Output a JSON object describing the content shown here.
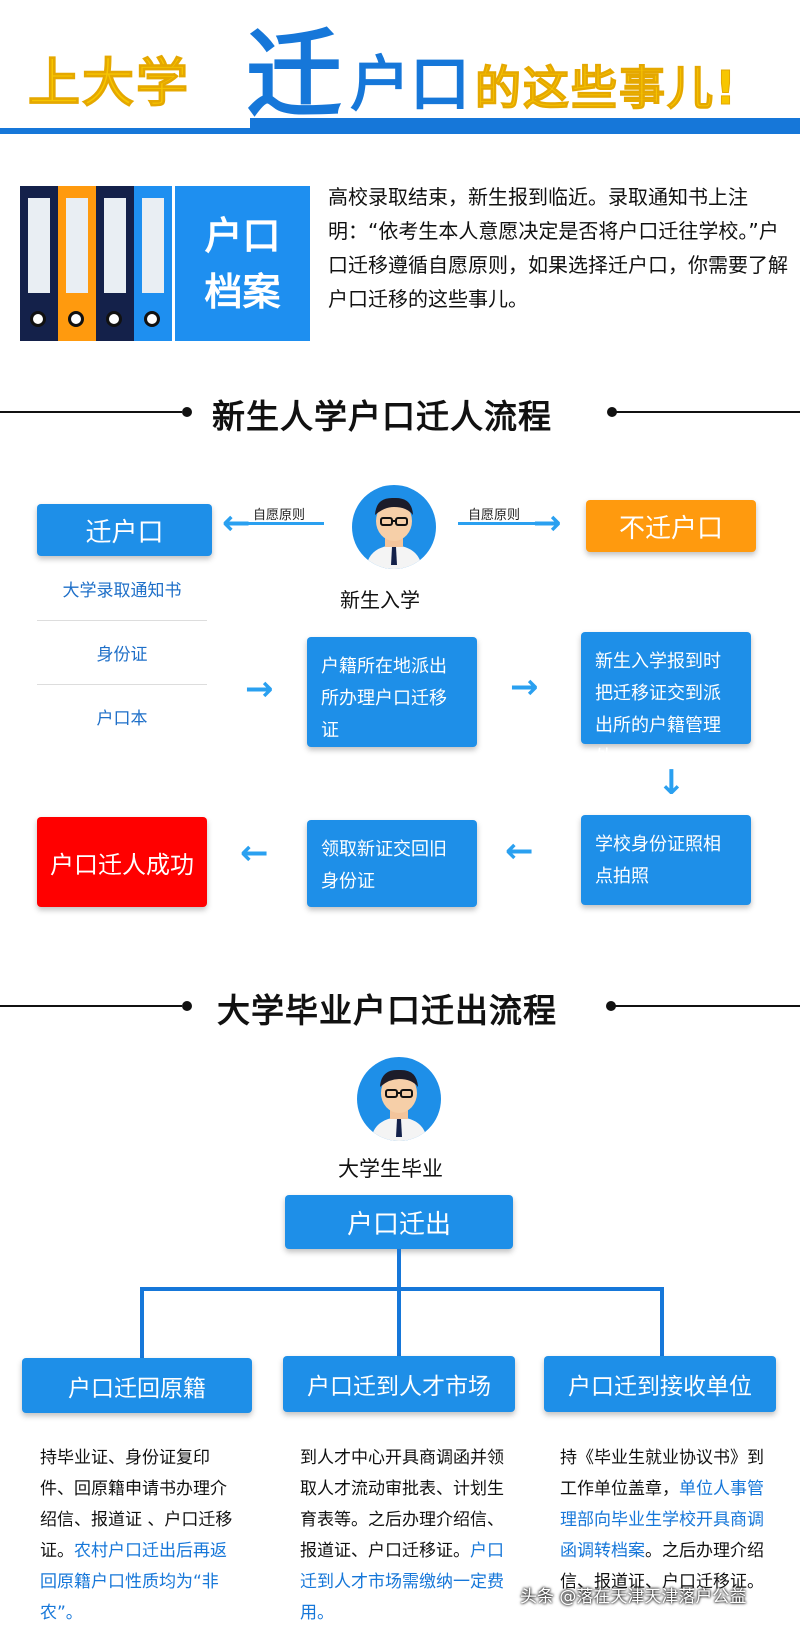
{
  "header": {
    "part1": "上大学",
    "part2": "迁",
    "part3": "户口",
    "part4": "的这些事儿!"
  },
  "archive": {
    "line1": "户口",
    "line2": "档案"
  },
  "intro": "高校录取结束，新生报到临近。录取通知书上注明：“依考生本人意愿决定是否将户口迁往学校。”户口迁移遵循自愿原则，如果选择迁户口，你需要了解户口迁移的这些事儿。",
  "section1": {
    "title": "新生人学户口迁人流程",
    "person_label": "新生入学",
    "left_note": "自愿原则",
    "right_note": "自愿原则",
    "move_box": "迁户口",
    "nomove_box": "不迁户口",
    "documents": [
      "大学录取通知书",
      "身份证",
      "户口本"
    ],
    "step1": "户籍所在地派出所办理户口迁移证",
    "step2": "新生入学报到时把迁移证交到派出所的户籍管理处",
    "step3": "学校身份证照相点拍照",
    "step4": "领取新证交回旧身份证",
    "success": "户口迁人成功"
  },
  "section2": {
    "title": "大学毕业户口迁出流程",
    "person_label": "大学生毕业",
    "root": "户口迁出",
    "branches": [
      {
        "label": "户口迁回原籍",
        "text": "持毕业证、身份证复印件、回原籍申请书办理介绍信、报道证 、户口迁移证。",
        "highlight": "农村户口迁出后再返回原籍户口性质均为“非农”。"
      },
      {
        "label": "户口迁到人才市场",
        "text": "到人才中心开具商调函并领取人才流动审批表、计划生育表等。之后办理介绍信、报道证、户口迁移证。",
        "highlight": "户口迁到人才市场需缴纳一定费用。"
      },
      {
        "label": "户口迁到接收单位",
        "text_pre": "持《毕业生就业协议书》到工作单位盖章，",
        "highlight": "单位人事管理部向毕业生学校开具商调函调转档案",
        "text_post": "。之后办理介绍信、报道证、户口迁移证。"
      }
    ]
  },
  "watermark": "头条 @落在天津天津落户公益",
  "colors": {
    "primary": "#1e8fe8",
    "accent_orange": "#ff9a0e",
    "success_red": "#ff0000",
    "title_yellow": "#f7c600"
  }
}
